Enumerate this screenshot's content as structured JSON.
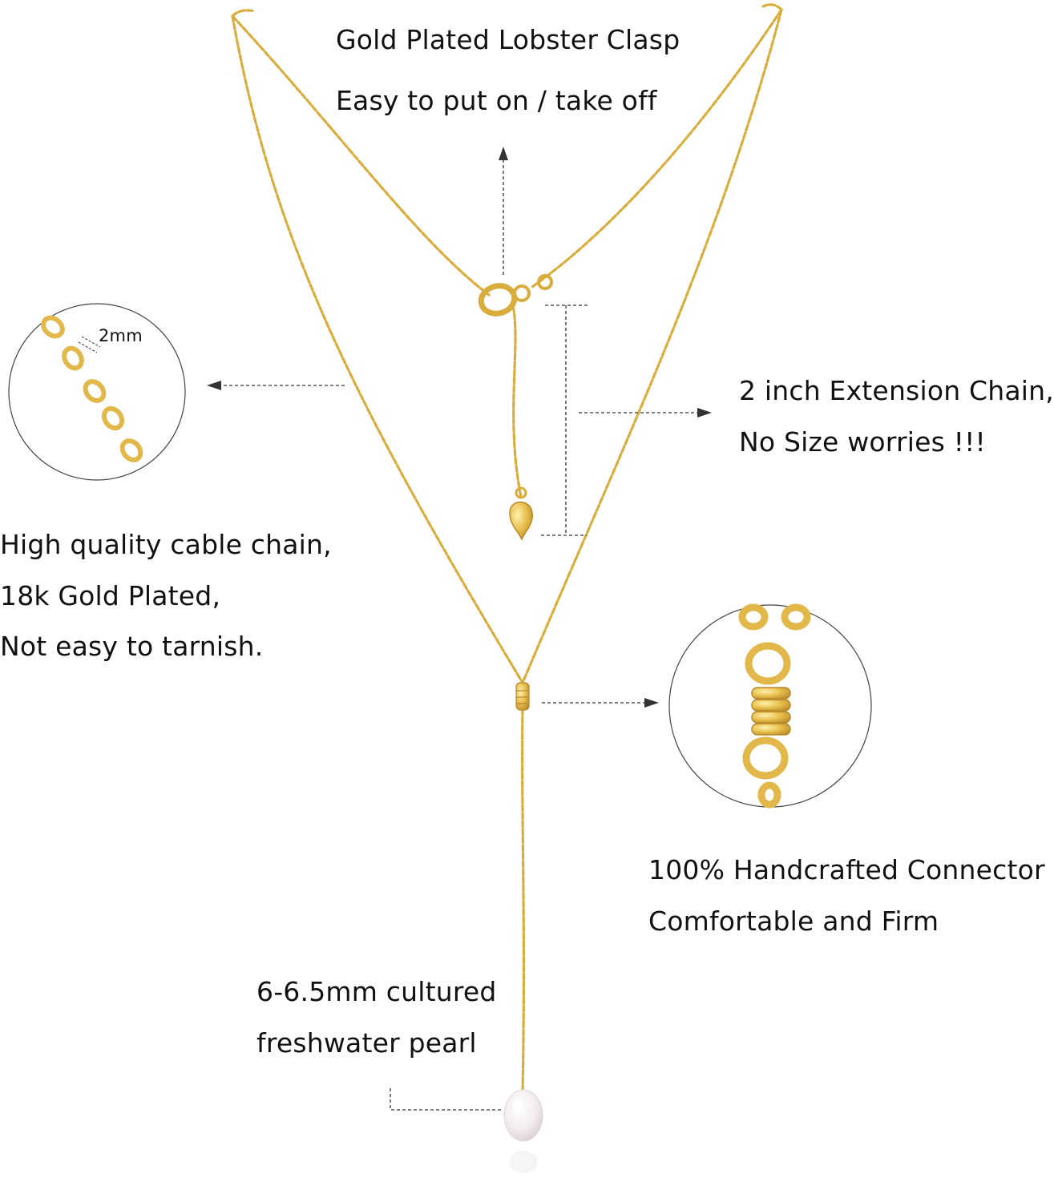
{
  "annotations": {
    "clasp": {
      "line1": "Gold Plated Lobster Clasp",
      "line2": "Easy to put on / take off"
    },
    "extension": {
      "line1": "2 inch Extension Chain,",
      "line2": "No Size worries !!!"
    },
    "chain": {
      "line1": "High quality cable chain,",
      "line2": "18k Gold Plated,",
      "line3": "Not easy to tarnish."
    },
    "connector": {
      "line1": "100% Handcrafted Connector",
      "line2": "Comfortable and Firm"
    },
    "pearl": {
      "line1": "6-6.5mm cultured",
      "line2": "freshwater pearl"
    },
    "link_size": "2mm"
  },
  "colors": {
    "gold": "#e2b84a",
    "gold_dark": "#b8892a",
    "gold_light": "#f6dd8c",
    "pearl": "#f4eef0",
    "line": "#333333"
  }
}
